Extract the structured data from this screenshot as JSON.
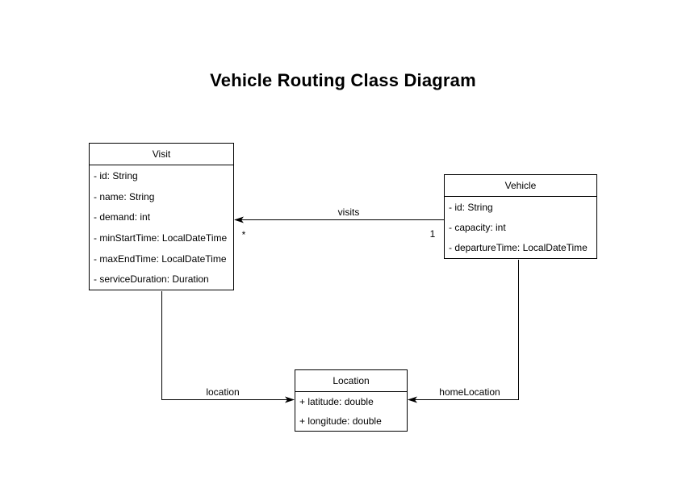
{
  "title": "Vehicle Routing Class Diagram",
  "classes": {
    "visit": {
      "name": "Visit",
      "attributes": [
        "- id: String",
        "- name: String",
        "- demand: int",
        "- minStartTime: LocalDateTime",
        "- maxEndTime: LocalDateTime",
        "- serviceDuration: Duration"
      ]
    },
    "vehicle": {
      "name": "Vehicle",
      "attributes": [
        "- id: String",
        "- capacity: int",
        "- departureTime: LocalDateTime"
      ]
    },
    "location": {
      "name": "Location",
      "attributes": [
        "+ latitude: double",
        "+ longitude: double"
      ]
    }
  },
  "relationships": {
    "vehicle_visits": {
      "label": "visits",
      "from": "Vehicle",
      "to": "Visit",
      "from_multiplicity": "1",
      "to_multiplicity": "*"
    },
    "visit_location": {
      "label": "location",
      "from": "Visit",
      "to": "Location"
    },
    "vehicle_home_location": {
      "label": "homeLocation",
      "from": "Vehicle",
      "to": "Location"
    }
  },
  "colors": {
    "background": "#ffffff",
    "shape_fill": "#ffffff",
    "stroke": "#000000",
    "text": "#000000"
  }
}
